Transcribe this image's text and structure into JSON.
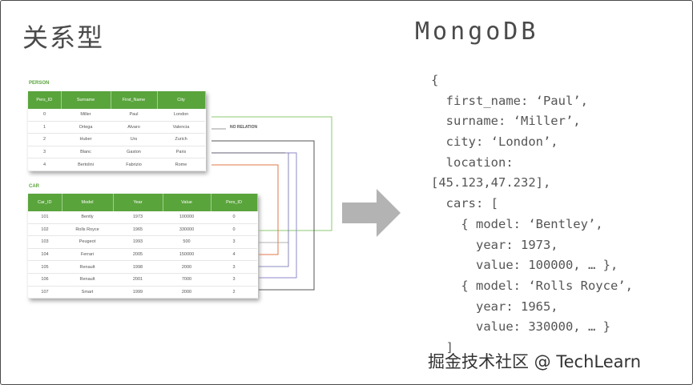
{
  "titles": {
    "relational": "关系型",
    "mongodb": "MongoDB"
  },
  "person": {
    "label": "PERSON",
    "columns": [
      "Pers_ID",
      "Surname",
      "First_Name",
      "City"
    ],
    "rows": [
      [
        "0",
        "Miller",
        "Paul",
        "London"
      ],
      [
        "1",
        "Ortega",
        "Alvaro",
        "Valencia"
      ],
      [
        "2",
        "Huber",
        "Urs",
        "Zurich"
      ],
      [
        "3",
        "Blanc",
        "Gaston",
        "Paris"
      ],
      [
        "4",
        "Bertolini",
        "Fabrizio",
        "Rome"
      ]
    ]
  },
  "no_relation": "NO RELATION",
  "car": {
    "label": "CAR",
    "columns": [
      "Car_ID",
      "Model",
      "Year",
      "Value",
      "Pers_ID"
    ],
    "rows": [
      [
        "101",
        "Bently",
        "1973",
        "100000",
        "0"
      ],
      [
        "102",
        "Rolls Royce",
        "1965",
        "330000",
        "0"
      ],
      [
        "103",
        "Peugeot",
        "1993",
        "500",
        "3"
      ],
      [
        "104",
        "Ferrari",
        "2005",
        "150000",
        "4"
      ],
      [
        "105",
        "Renault",
        "1998",
        "2000",
        "3"
      ],
      [
        "106",
        "Renault",
        "2001",
        "7000",
        "3"
      ],
      [
        "107",
        "Smart",
        "1999",
        "2000",
        "2"
      ]
    ]
  },
  "code_lines": [
    "{",
    "  first_name: ‘Paul’,",
    "  surname: ‘Miller’,",
    "  city: ‘London’,",
    "  location:",
    "[45.123,47.232],",
    "  cars: [",
    "    { model: ‘Bentley’,",
    "      year: 1973,",
    "      value: 100000, … },",
    "    { model: ‘Rolls Royce’,",
    "      year: 1965,",
    "      value: 330000, … }",
    "  ]"
  ],
  "watermark": "掘金技术社区 @ TechLearn",
  "colors": {
    "header_green": "#5aa43c",
    "arrow_gray": "#b3b3b3",
    "link_green": "#8cc870",
    "link_orange": "#e07a4a",
    "link_purple": "#8e88c8",
    "link_dark": "#4a4a4a"
  }
}
